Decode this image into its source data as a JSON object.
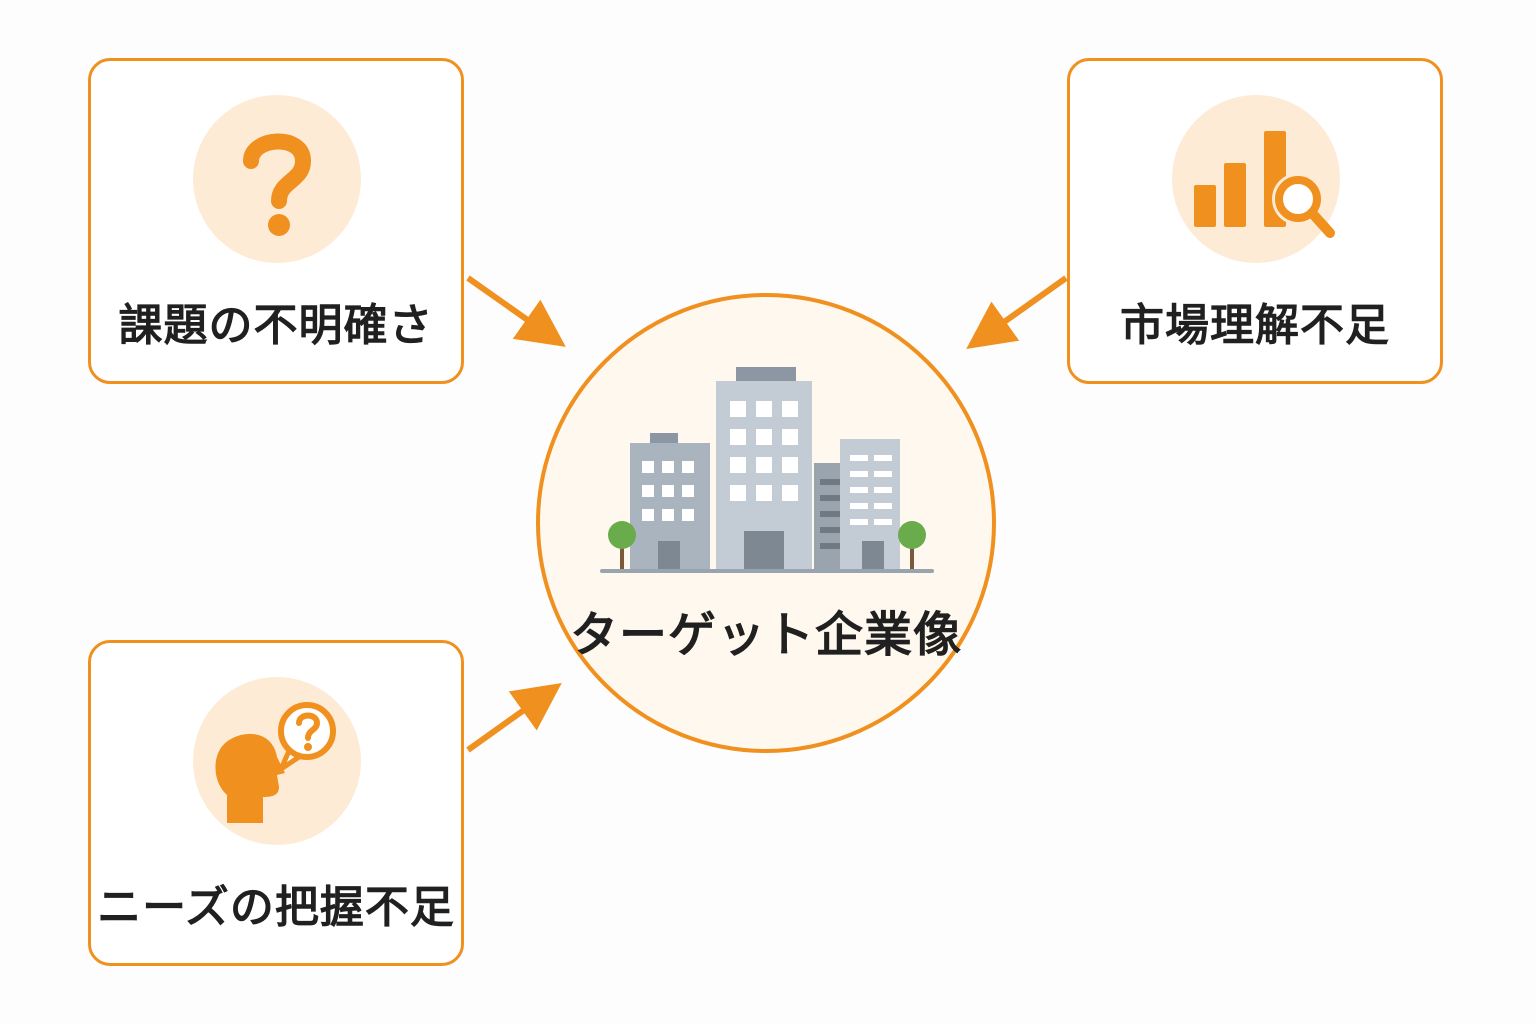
{
  "center": {
    "label": "ターゲット企業像",
    "icon": "office-buildings-icon"
  },
  "factors": [
    {
      "label": "課題の不明確さ",
      "icon": "question-mark-icon"
    },
    {
      "label": "市場理解不足",
      "icon": "bar-chart-magnifier-icon"
    },
    {
      "label": "ニーズの把握不足",
      "icon": "person-speech-question-icon"
    }
  ],
  "colors": {
    "accent": "#f0901f",
    "icon_background": "#fdebd6",
    "center_fill": "#fff8ee",
    "text": "#202020",
    "building": "#a9b4c0"
  }
}
